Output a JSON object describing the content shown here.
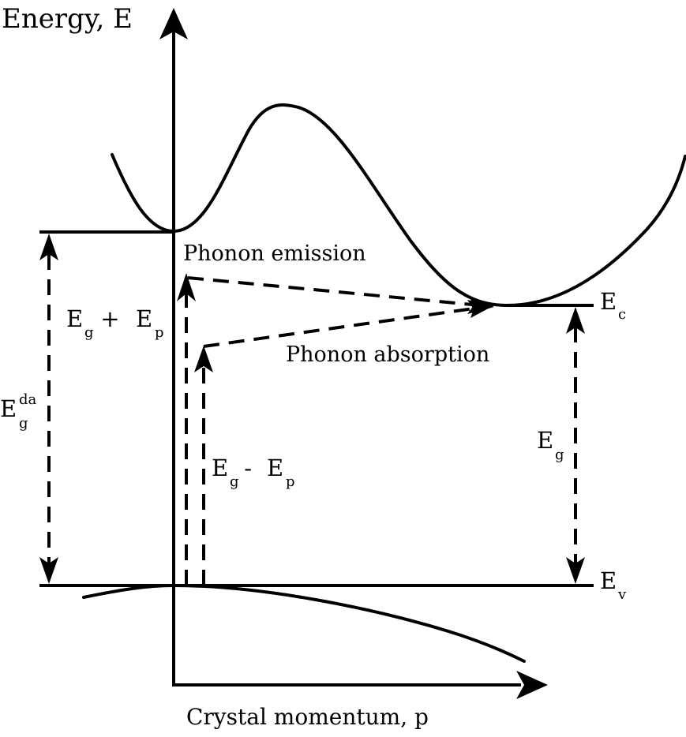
{
  "axes": {
    "y_label": "Energy, E",
    "x_label": "Crystal momentum, p"
  },
  "labels": {
    "phonon_emission": "Phonon emission",
    "phonon_absorption": "Phonon absorption",
    "eg_plus_ep": {
      "main1": "E",
      "sub1": "g",
      "op": " + ",
      "main2": "E",
      "sub2": "p"
    },
    "eg_minus_ep": {
      "main1": "E",
      "sub1": "g",
      "op": " - ",
      "main2": "E",
      "sub2": "p"
    },
    "eg": {
      "main": "E",
      "sub": "g"
    },
    "ec": {
      "main": "E",
      "sub": "c"
    },
    "ev": {
      "main": "E",
      "sub": "v"
    },
    "eg_da": {
      "main": "E",
      "sub": "g",
      "sup": "da"
    }
  }
}
